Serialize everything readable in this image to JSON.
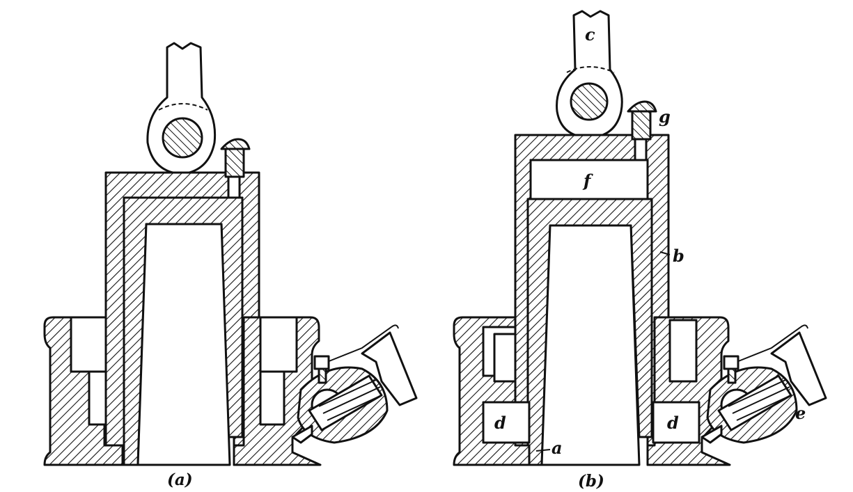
{
  "figure": {
    "panels": [
      {
        "caption": "(a)",
        "labels": {}
      },
      {
        "caption": "(b)",
        "labels": {
          "a": "a",
          "b": "b",
          "c": "c",
          "d_left": "d",
          "d_right": "d",
          "e": "e",
          "f": "f",
          "g": "g"
        }
      }
    ],
    "colors": {
      "ink": "#111111",
      "background": "#ffffff"
    },
    "icons": [
      "hatched-section",
      "connecting-rod",
      "oil-cup",
      "set-screw",
      "thumb-screw"
    ]
  }
}
